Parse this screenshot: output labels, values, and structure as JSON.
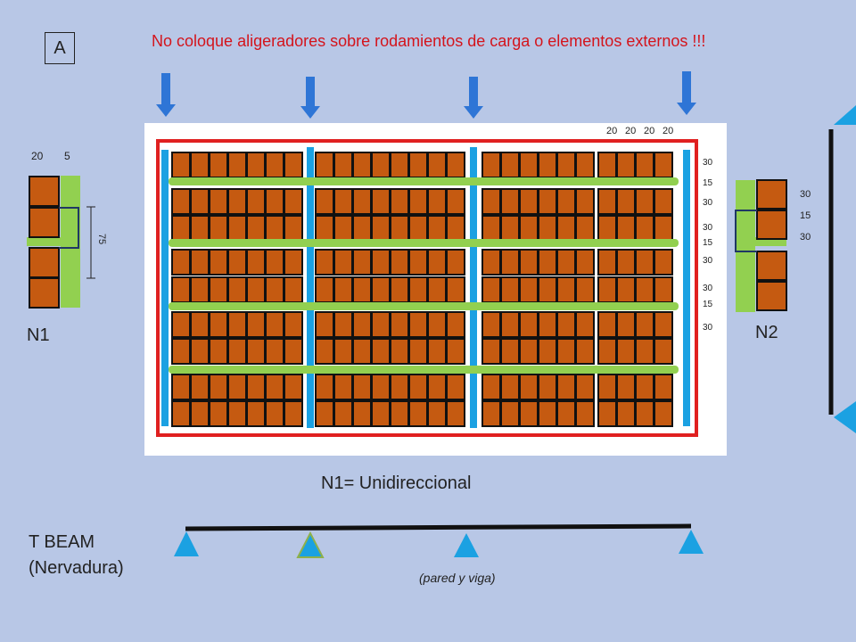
{
  "label_a": "A",
  "warning": "No coloque aligeradores sobre rodamientos de carga o elementos externos !!!",
  "plan_caption": "N1= Unidireccional",
  "t_beam": {
    "line1": "T BEAM",
    "line2": "(Nervadura)"
  },
  "supports_note": "(pared y viga)",
  "n1": {
    "label": "N1",
    "dim_top_left": "20",
    "dim_top_right": "5",
    "dim_side": "75"
  },
  "n2": {
    "label": "N2",
    "dims": [
      "30",
      "15",
      "30"
    ]
  },
  "plan_top_dims": [
    "20",
    "20",
    "20",
    "20"
  ],
  "plan_side_dims": [
    "30",
    "15",
    "30",
    "30",
    "15",
    "30",
    "30",
    "15",
    "30"
  ],
  "colors": {
    "brick": "#c55a11",
    "rib": "#92d050",
    "beam": "#1ba1e2",
    "outline": "#e02020",
    "arrow": "#2e75d6",
    "background": "#b8c7e6"
  }
}
